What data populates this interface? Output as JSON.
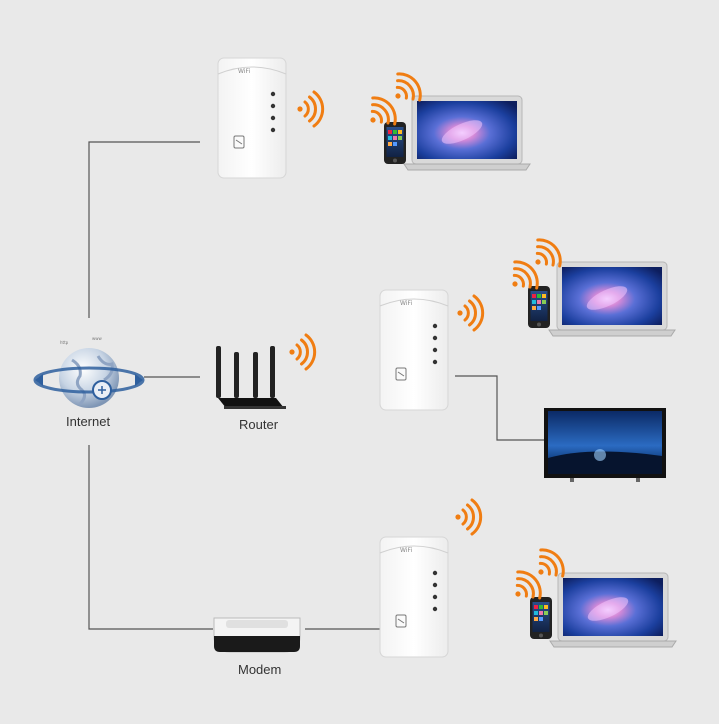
{
  "labels": {
    "internet": "Internet",
    "router": "Router",
    "modem": "Modem",
    "extender_brand": "WiFi"
  },
  "colors": {
    "background": "#e9e9e9",
    "wifi_signal": "#f07d12",
    "connector_line": "#555555",
    "device_white": "#ffffff",
    "screen_blue": "#1a4ea3"
  },
  "icons": {
    "globe": "internet-globe-icon",
    "router": "router-icon",
    "modem": "modem-icon",
    "extender": "wifi-extender-icon",
    "laptop": "laptop-icon",
    "phone": "smartphone-icon",
    "tv": "tv-icon",
    "signal": "wifi-signal-icon"
  }
}
